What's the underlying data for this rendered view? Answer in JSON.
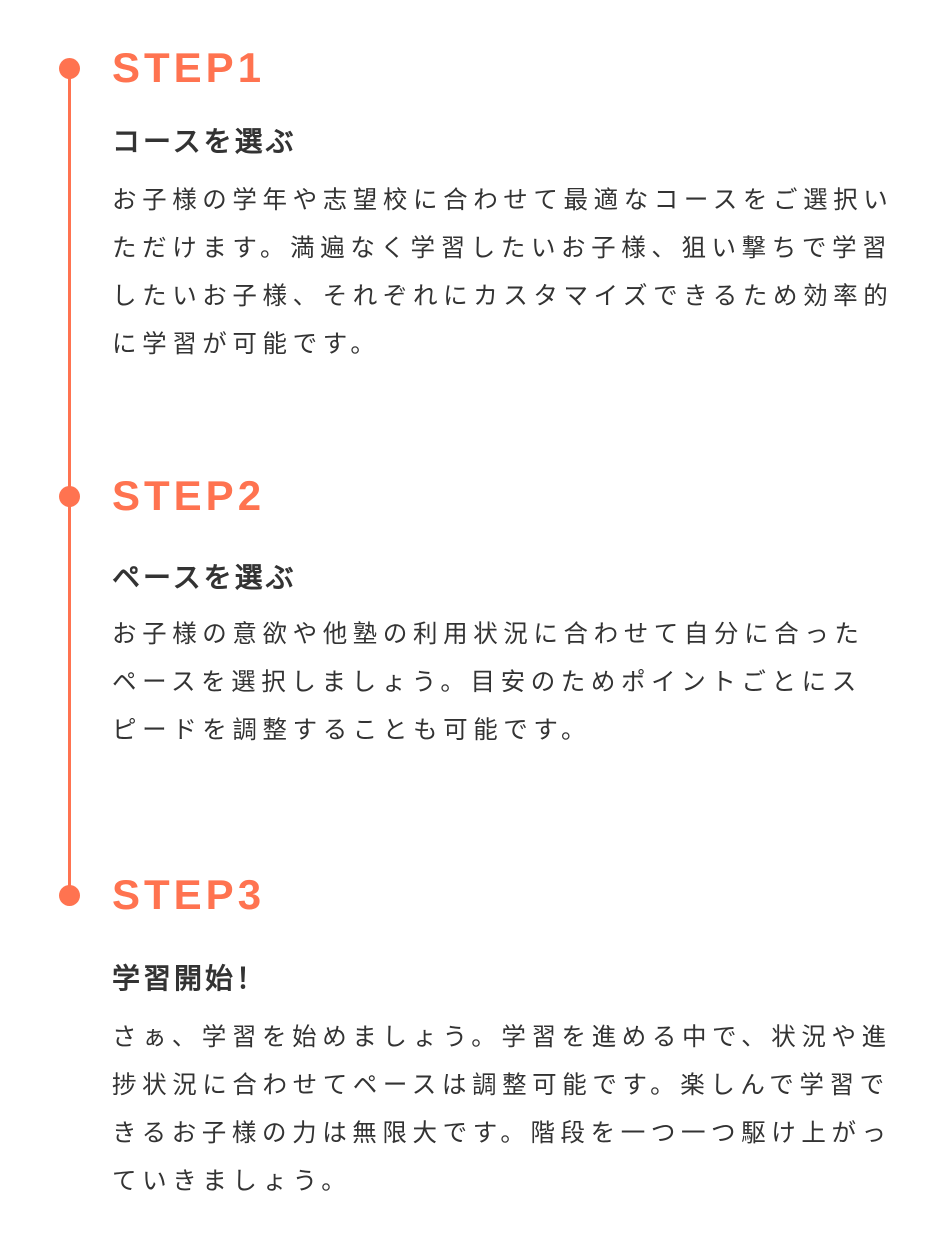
{
  "accent_color": "#ff7350",
  "steps": [
    {
      "title": "STEP1",
      "subtitle": "コースを選ぶ",
      "lines": [
        "お子様の学年や志望校に合わせて最適なコースをご選択い",
        "ただけます。満遍なく学習したいお子様、狙い撃ちで学習",
        "したいお子様、それぞれにカスタマイズできるため効率的",
        "に学習が可能です。"
      ]
    },
    {
      "title": "STEP2",
      "subtitle": "ペースを選ぶ",
      "lines": [
        "お子様の意欲や他塾の利用状況に合わせて自分に合った",
        "ペースを選択しましょう。目安のためポイントごとにス",
        "ピードを調整することも可能です。"
      ]
    },
    {
      "title": "STEP3",
      "subtitle": "学習開始！",
      "lines": [
        "さぁ、学習を始めましょう。学習を進める中で、状況や進",
        "捗状況に合わせてペースは調整可能です。楽しんで学習で",
        "きるお子様の力は無限大です。階段を一つ一つ駆け上がっ",
        "ていきましょう。"
      ]
    }
  ]
}
